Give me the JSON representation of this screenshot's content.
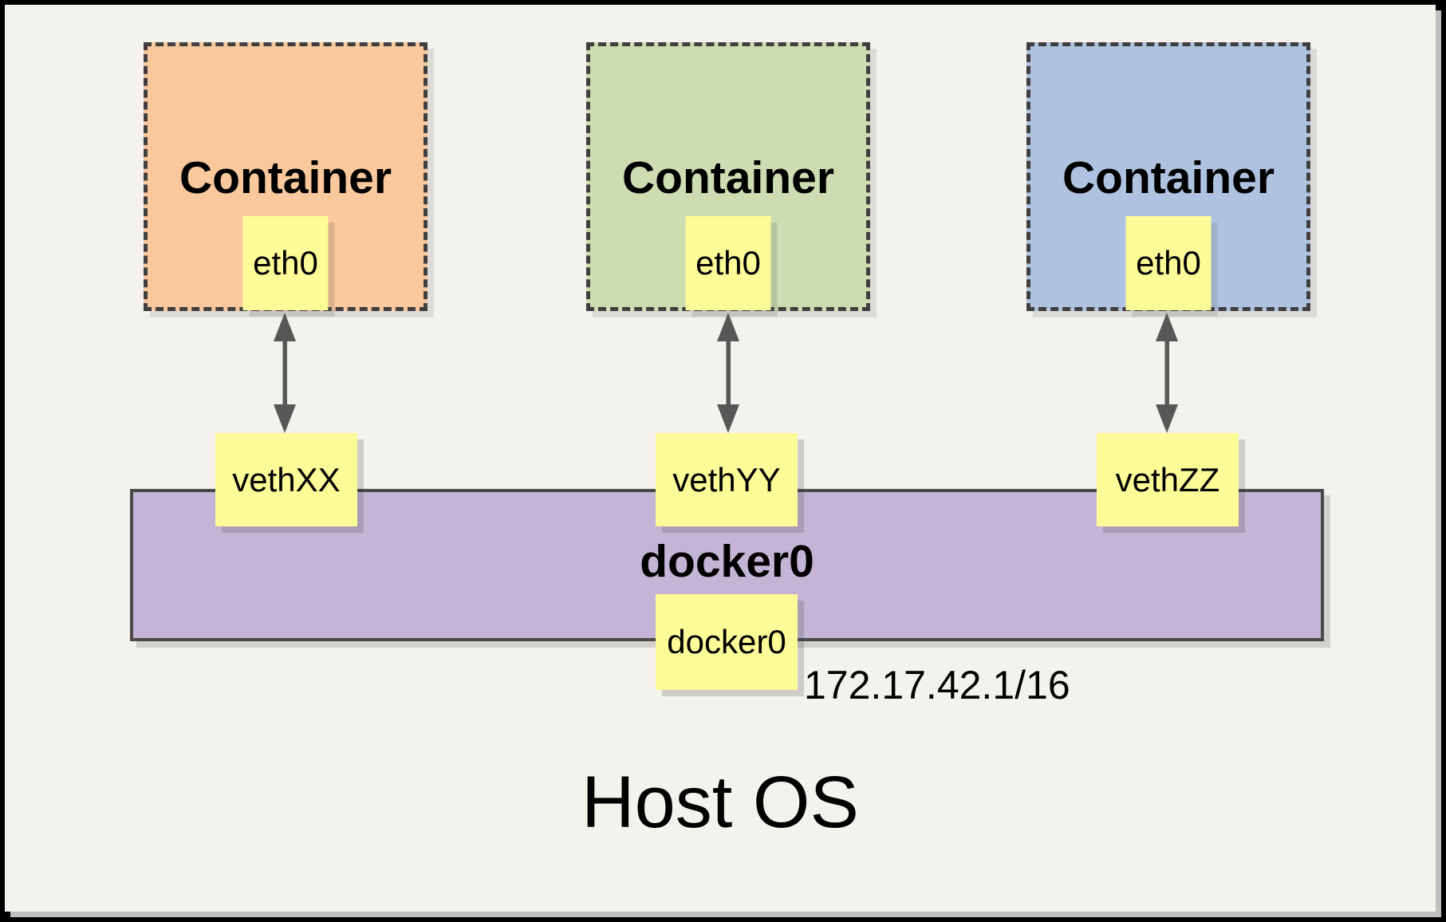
{
  "host": {
    "label": "Host OS"
  },
  "containers": [
    {
      "title": "Container",
      "interface": "eth0",
      "veth": "vethXX",
      "color": "#F9C89C"
    },
    {
      "title": "Container",
      "interface": "eth0",
      "veth": "vethYY",
      "color": "#CEDCB1"
    },
    {
      "title": "Container",
      "interface": "eth0",
      "veth": "vethZZ",
      "color": "#AFC3E1"
    }
  ],
  "bridge": {
    "label": "docker0",
    "interface": "docker0",
    "ip": "172.17.42.1/16",
    "color": "#C4B5D6"
  },
  "style_colors": {
    "background": "#F4F2EC",
    "interface_box": "#FBFB97",
    "frame": "#000000",
    "arrow": "#575757"
  }
}
